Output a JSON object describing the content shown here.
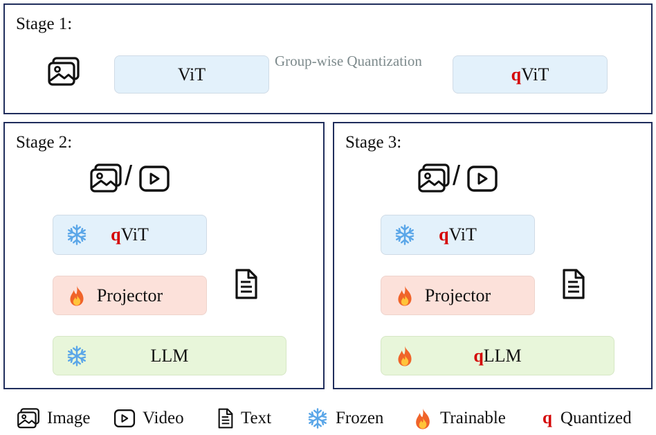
{
  "stage1": {
    "title": "Stage 1:",
    "vit_label": "ViT",
    "arrow_label": "Group-wise Quantization",
    "qvit_prefix": "q",
    "qvit_label": "ViT"
  },
  "stage2": {
    "title": "Stage 2:",
    "slash": "/",
    "qvit_prefix": "q",
    "qvit_label": "ViT",
    "projector_label": "Projector",
    "llm_prefix": "",
    "llm_label": "LLM"
  },
  "stage3": {
    "title": "Stage 3:",
    "slash": "/",
    "qvit_prefix": "q",
    "qvit_label": "ViT",
    "projector_label": "Projector",
    "llm_prefix": "q",
    "llm_label": "LLM"
  },
  "legend": {
    "image": "Image",
    "video": "Video",
    "text": "Text",
    "frozen": "Frozen",
    "trainable": "Trainable",
    "quantized_symbol": "q",
    "quantized": "Quantized"
  },
  "colors": {
    "frame": "#1f2d5c",
    "vit_box": "#e3f1fb",
    "projector_box": "#fce1da",
    "llm_box": "#e8f6da",
    "quantized_marker": "#d40000",
    "arrow": "#7d8a8c",
    "frozen_icon": "#5aa6e8",
    "fire_icon": "#f0642a"
  },
  "icons": [
    "image-icon",
    "video-icon",
    "text-document-icon",
    "snowflake-icon",
    "fire-icon"
  ]
}
